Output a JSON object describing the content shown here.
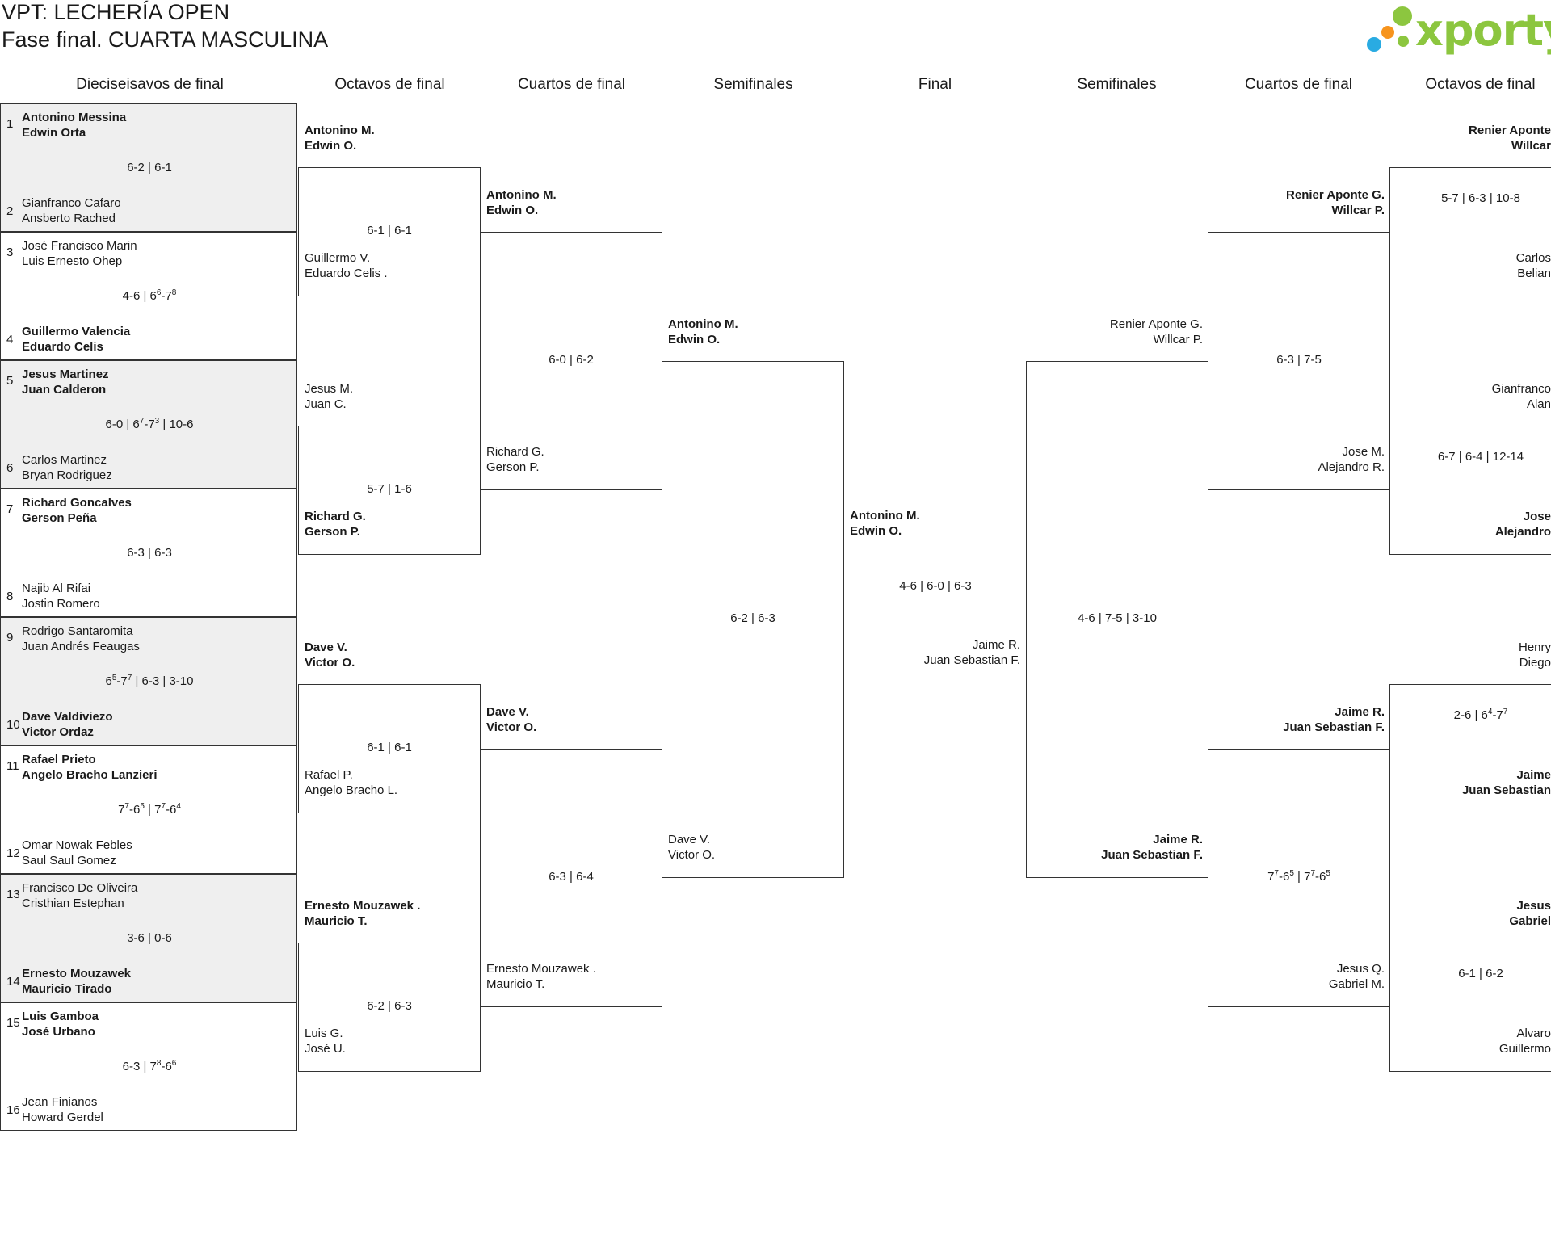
{
  "title": {
    "line1": "VPT: LECHERÍA OPEN",
    "line2": "Fase final. CUARTA MASCULINA"
  },
  "logo": {
    "text": "xporty",
    "colors": [
      "#8cc63f",
      "#f7941d",
      "#29abe2"
    ]
  },
  "headers": [
    "Dieciseisavos de final",
    "Octavos de final",
    "Cuartos de final",
    "Semifinales",
    "Final",
    "Semifinales",
    "Cuartos de final",
    "Octavos de final"
  ],
  "r32": [
    {
      "seed_a": "1",
      "a": [
        "Antonino Messina",
        "Edwin Orta"
      ],
      "a_win": true,
      "seed_b": "2",
      "b": [
        "Gianfranco Cafaro",
        "Ansberto Rached"
      ],
      "b_win": false,
      "score": "6-2 | 6-1",
      "shaded": true
    },
    {
      "seed_a": "3",
      "a": [
        "José Francisco Marin",
        "Luis Ernesto Ohep"
      ],
      "a_win": false,
      "seed_b": "4",
      "b": [
        "Guillermo Valencia",
        "Eduardo Celis"
      ],
      "b_win": true,
      "score": "4-6 | 6<sup>6</sup>-7<sup>8</sup>",
      "shaded": false
    },
    {
      "seed_a": "5",
      "a": [
        "Jesus Martinez",
        "Juan Calderon"
      ],
      "a_win": true,
      "seed_b": "6",
      "b": [
        "Carlos Martinez",
        "Bryan Rodriguez"
      ],
      "b_win": false,
      "score": "6-0 | 6<sup>7</sup>-7<sup>3</sup> | 10-6",
      "shaded": true
    },
    {
      "seed_a": "7",
      "a": [
        "Richard Goncalves",
        "Gerson Peña"
      ],
      "a_win": true,
      "seed_b": "8",
      "b": [
        "Najib Al Rifai",
        "Jostin Romero"
      ],
      "b_win": false,
      "score": "6-3 | 6-3",
      "shaded": false
    },
    {
      "seed_a": "9",
      "a": [
        "Rodrigo Santaromita",
        "Juan Andrés Feaugas"
      ],
      "a_win": false,
      "seed_b": "10",
      "b": [
        "Dave Valdiviezo",
        "Victor Ordaz"
      ],
      "b_win": true,
      "score": "6<sup>5</sup>-7<sup>7</sup> | 6-3 | 3-10",
      "shaded": true
    },
    {
      "seed_a": "11",
      "a": [
        "Rafael Prieto",
        "Angelo Bracho Lanzieri"
      ],
      "a_win": true,
      "seed_b": "12",
      "b": [
        "Omar Nowak Febles",
        "Saul Saul Gomez"
      ],
      "b_win": false,
      "score": "7<sup>7</sup>-6<sup>5</sup> | 7<sup>7</sup>-6<sup>4</sup>",
      "shaded": false
    },
    {
      "seed_a": "13",
      "a": [
        "Francisco De Oliveira",
        "Cristhian Estephan"
      ],
      "a_win": false,
      "seed_b": "14",
      "b": [
        "Ernesto Mouzawek",
        "Mauricio Tirado"
      ],
      "b_win": true,
      "score": "3-6 | 0-6",
      "shaded": true
    },
    {
      "seed_a": "15",
      "a": [
        "Luis Gamboa",
        "José Urbano"
      ],
      "a_win": true,
      "seed_b": "16",
      "b": [
        "Jean Finianos",
        "Howard Gerdel"
      ],
      "b_win": false,
      "score": "6-3 | 7<sup>8</sup>-6<sup>6</sup>",
      "shaded": false
    }
  ],
  "left_r16": [
    {
      "a": [
        "Antonino M.",
        "Edwin O."
      ],
      "a_win": true,
      "b": [
        "Guillermo V.",
        "Eduardo Celis ."
      ],
      "b_win": false,
      "score": "6-1 | 6-1"
    },
    {
      "a": [
        "Jesus M.",
        "Juan C."
      ],
      "a_win": false,
      "b": [
        "Richard G.",
        "Gerson P."
      ],
      "b_win": true,
      "score": "5-7 | 1-6"
    },
    {
      "a": [
        "Dave V.",
        "Victor O."
      ],
      "a_win": true,
      "b": [
        "Rafael P.",
        "Angelo Bracho L."
      ],
      "b_win": false,
      "score": "6-1 | 6-1"
    },
    {
      "a": [
        "Ernesto Mouzawek .",
        "Mauricio T."
      ],
      "a_win": true,
      "b": [
        "Luis G.",
        "José U."
      ],
      "b_win": false,
      "score": "6-2 | 6-3"
    }
  ],
  "left_qf": [
    {
      "a": [
        "Antonino M.",
        "Edwin O."
      ],
      "a_win": true,
      "b": [
        "Richard G.",
        "Gerson P."
      ],
      "b_win": false,
      "score": "6-0 | 6-2"
    },
    {
      "a": [
        "Dave V.",
        "Victor O."
      ],
      "a_win": true,
      "b": [
        "Ernesto Mouzawek .",
        "Mauricio T."
      ],
      "b_win": false,
      "score": "6-3 | 6-4"
    }
  ],
  "left_sf": {
    "a": [
      "Antonino M.",
      "Edwin O."
    ],
    "a_win": true,
    "b": [
      "Dave V.",
      "Victor O."
    ],
    "b_win": false,
    "score": "6-2 | 6-3"
  },
  "final": {
    "a": [
      "Antonino M.",
      "Edwin O."
    ],
    "a_win": true,
    "b": [
      "Jaime R.",
      "Juan Sebastian F."
    ],
    "b_win": false,
    "score": "4-6 | 6-0 | 6-3"
  },
  "right_sf": {
    "a": [
      "Renier Aponte G.",
      "Willcar P."
    ],
    "a_win": false,
    "b": [
      "Jaime R.",
      "Juan Sebastian F."
    ],
    "b_win": true,
    "score": "4-6 | 7-5 | 3-10"
  },
  "right_qf": [
    {
      "a": [
        "Renier Aponte G.",
        "Willcar P."
      ],
      "a_win": true,
      "b": [
        "Jose M.",
        "Alejandro R."
      ],
      "b_win": false,
      "score": "6-3 | 7-5"
    },
    {
      "a": [
        "Jaime R.",
        "Juan Sebastian F."
      ],
      "a_win": true,
      "b": [
        "Jesus Q.",
        "Gabriel M."
      ],
      "b_win": false,
      "score": "7<sup>7</sup>-6<sup>5</sup> | 7<sup>7</sup>-6<sup>5</sup>"
    }
  ],
  "right_r16": [
    {
      "a": [
        "Renier Aponte",
        "Willcar"
      ],
      "a_win": true,
      "b": [
        "Carlos",
        "Belian"
      ],
      "b_win": false,
      "score": "5-7 | 6-3 | 10-8"
    },
    {
      "a": [
        "Gianfranco",
        "Alan"
      ],
      "a_win": false,
      "b": [
        "Jose",
        "Alejandro"
      ],
      "b_win": true,
      "score": "6-7 | 6-4 | 12-14"
    },
    {
      "a": [
        "Henry",
        "Diego"
      ],
      "a_win": false,
      "b": [
        "Jaime",
        "Juan Sebastian"
      ],
      "b_win": true,
      "score": "2-6 | 6<sup>4</sup>-7<sup>7</sup>"
    },
    {
      "a": [
        "Jesus",
        "Gabriel"
      ],
      "a_win": true,
      "b": [
        "Alvaro",
        "Guillermo"
      ],
      "b_win": false,
      "score": "6-1 | 6-2"
    }
  ]
}
